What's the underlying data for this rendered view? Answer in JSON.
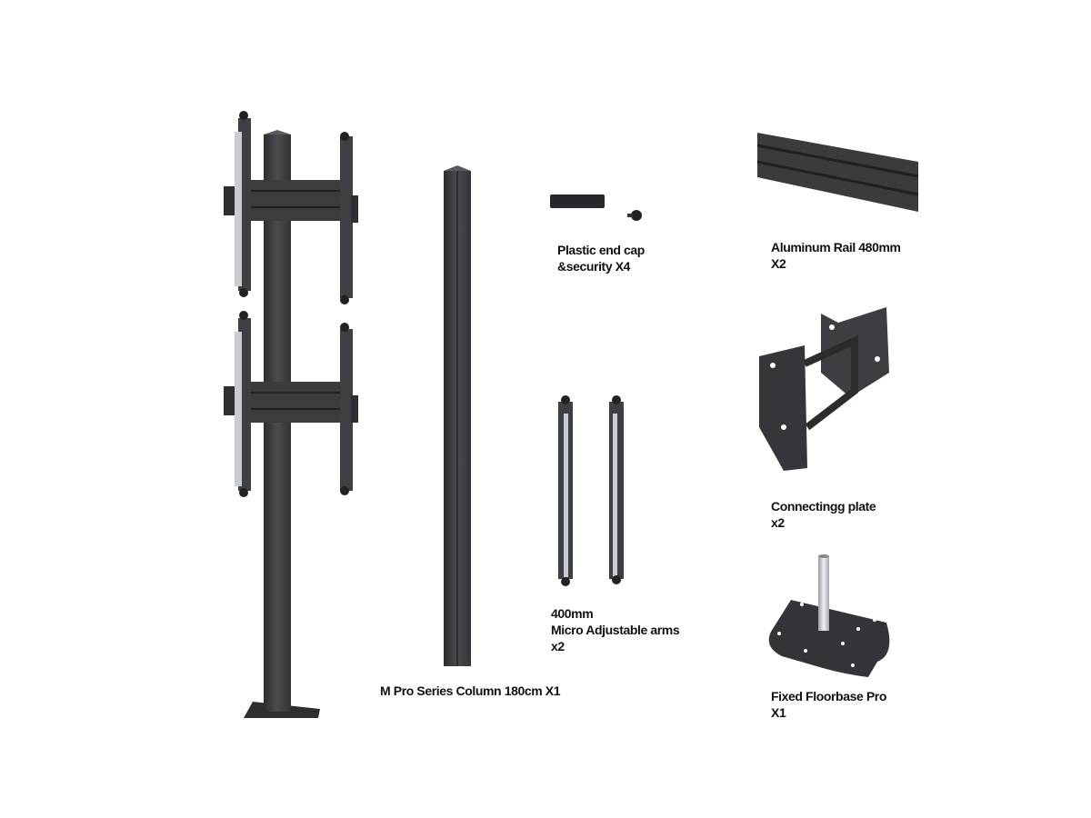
{
  "labels": {
    "end_cap": [
      "Plastic end cap",
      "&security X4"
    ],
    "rail": [
      "Aluminum Rail 480mm",
      "X2"
    ],
    "connecting_plate": [
      "Connectingg plate",
      "x2"
    ],
    "arms": [
      "400mm",
      "Micro Adjustable arms",
      "x2"
    ],
    "column": "M Pro Series Column 180cm X1",
    "floorbase": [
      "Fixed Floorbase Pro",
      "X1"
    ]
  },
  "colors": {
    "metal": "#3a3b3d",
    "metal_light": "#56585b",
    "metal_dark": "#2a2b2d",
    "silver": "#c9ccd0"
  }
}
